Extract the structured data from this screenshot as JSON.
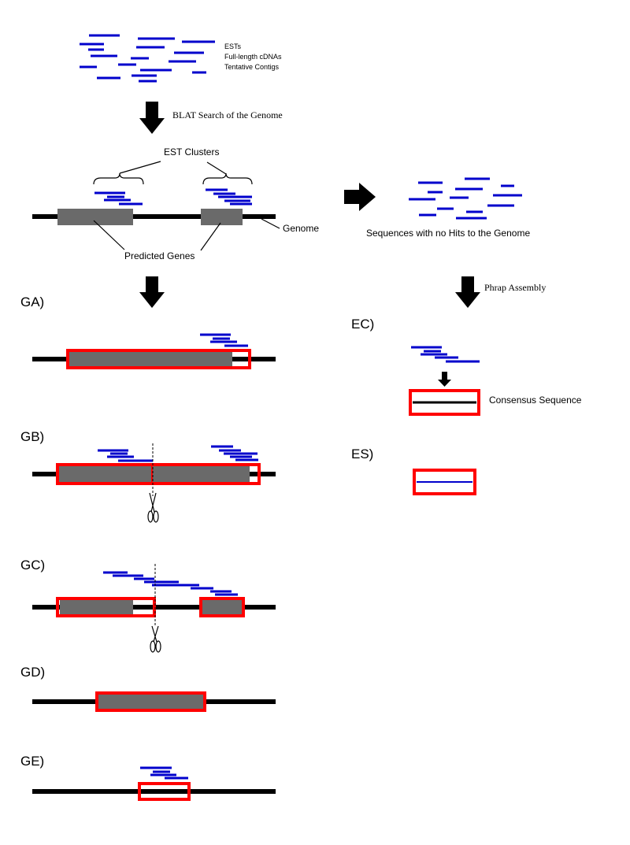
{
  "colors": {
    "est": "#0000cc",
    "genome": "#000000",
    "gene": "#6a6a6a",
    "box": "#ff0000",
    "arrow": "#000000"
  },
  "legend": {
    "line1": "ESTs",
    "line2": "Full-length cDNAs",
    "line3": "Tentative Contigs"
  },
  "steps": {
    "blat": "BLAT Search of the Genome",
    "phrap": "Phrap Assembly"
  },
  "overview": {
    "est_clusters": "EST Clusters",
    "genome": "Genome",
    "predicted_genes": "Predicted Genes",
    "no_hits": "Sequences with no Hits to the Genome"
  },
  "panels": {
    "ga": "GA)",
    "gb": "GB)",
    "gc": "GC)",
    "gd": "GD)",
    "ge": "GE)",
    "ec": "EC)",
    "es": "ES)"
  },
  "consensus_label": "Consensus Sequence",
  "icons": {
    "scissors": "scissors-icon",
    "arrow_down": "arrow-down-icon",
    "arrow_right": "arrow-right-icon",
    "brace": "curly-brace-icon"
  }
}
